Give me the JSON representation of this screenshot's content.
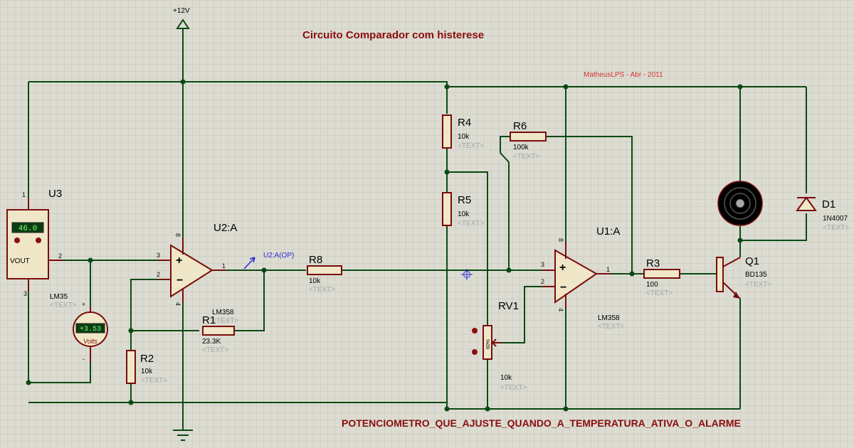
{
  "title": "Circuito Comparador com histerese",
  "author": "MatheusLPS - Abr - 2011",
  "bottom_note": "POTENCIOMETRO_QUE_AJUSTE_QUANDO_A_TEMPERATURA_ATIVA_O_ALARME",
  "power_label": "+12V",
  "text_placeholder": "<TEXT>",
  "probe_label": "U2:A(OP)",
  "colors": {
    "background": "#dcdcd2",
    "grid": "#c4c4b8",
    "wire": "#0a4a12",
    "component": "#7a0c0c",
    "title": "#8b0d0d",
    "author": "#d4342f",
    "probe": "#2b2bdc"
  },
  "components": {
    "u3": {
      "ref": "U3",
      "part": "LM35",
      "display": "46.0",
      "pin_label": "VOUT",
      "pins": [
        "1",
        "2",
        "3"
      ]
    },
    "voltmeter": {
      "display": "+3.53",
      "unit": "Volts",
      "plus": "+",
      "minus": "-"
    },
    "u2a": {
      "ref": "U2:A",
      "part": "LM358",
      "pins": [
        "3",
        "2",
        "1",
        "8",
        "4"
      ]
    },
    "u1a": {
      "ref": "U1:A",
      "part": "LM358",
      "pins": [
        "3",
        "2",
        "1",
        "8",
        "4"
      ]
    },
    "r1": {
      "ref": "R1",
      "value": "23.3K"
    },
    "r2": {
      "ref": "R2",
      "value": "10k"
    },
    "r3": {
      "ref": "R3",
      "value": "100"
    },
    "r4": {
      "ref": "R4",
      "value": "10k"
    },
    "r5": {
      "ref": "R5",
      "value": "10k"
    },
    "r6": {
      "ref": "R6",
      "value": "100k"
    },
    "r8": {
      "ref": "R8",
      "value": "10k"
    },
    "rv1": {
      "ref": "RV1",
      "value": "10k",
      "position": "60%"
    },
    "q1": {
      "ref": "Q1",
      "part": "BD135"
    },
    "d1": {
      "ref": "D1",
      "part": "1N4007"
    }
  }
}
